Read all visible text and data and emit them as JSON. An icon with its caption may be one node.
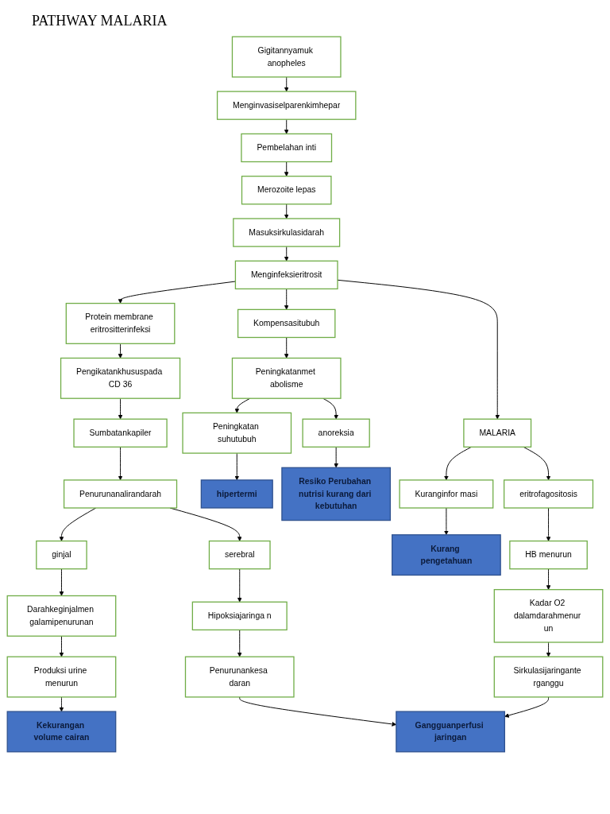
{
  "diagram": {
    "title": "PATHWAY MALARIA",
    "nodes": [
      {
        "text": [
          "Gigitannyamuk anopheles"
        ]
      },
      {
        "text": [
          "Menginvasiselparenkimhepar"
        ]
      },
      {
        "text": [
          "Pembelahan inti"
        ]
      },
      {
        "text": [
          "Merozoite lepas"
        ]
      },
      {
        "text": [
          "Masuksirkulasidarah"
        ]
      },
      {
        "text": [
          "Protein membrane eritrositterinfeksi"
        ]
      },
      {
        "text": [
          "Menginfeksieritrosit"
        ]
      },
      {
        "text": [
          "Kompensasitubuh"
        ]
      },
      {
        "text": [
          "Pengikatankhususpada CD 36"
        ]
      },
      {
        "text": [
          "MALARIA"
        ]
      },
      {
        "text": [
          "Kuranginfor masi"
        ]
      },
      {
        "text": [
          "Peningkatanmet abolisme"
        ]
      },
      {
        "text": [
          "Sumbatankapiler"
        ]
      },
      {
        "text": [
          "eritrofagositosis"
        ]
      },
      {
        "text": [
          "Kurang pengetahuan"
        ]
      },
      {
        "text": [
          "Penurunanalirandarah"
        ]
      },
      {
        "text": [
          "HB menurun"
        ]
      },
      {
        "text": [
          "ginjal"
        ]
      },
      {
        "text": [
          "serebral"
        ]
      },
      {
        "text": [
          "anoreksia"
        ]
      },
      {
        "text": [
          "Peningkatan suhutubuh"
        ]
      },
      {
        "text": [
          "Kadar O2 dalamdarahmenur un"
        ]
      },
      {
        "text": [
          "Resiko Perubahan nutrisi kurang dari kebutuhan"
        ]
      },
      {
        "text": [
          "Darahkeginjalmen galamipenurunan"
        ]
      },
      {
        "text": [
          "Hipoksiajaringa n"
        ]
      },
      {
        "text": [
          "Sirkulasijaringante rganggu"
        ]
      },
      {
        "text": [
          "hipertermi"
        ]
      },
      {
        "text": [
          "Penurunankesa daran"
        ]
      },
      {
        "text": [
          "Produksi urine menurun"
        ]
      },
      {
        "text": [
          "Kekurangan volume cairan"
        ]
      },
      {
        "text": [
          "Gangguanperfusi jaringan"
        ]
      }
    ],
    "edges": [
      {
        "from": 0,
        "to": 1,
        "arrow": "to"
      },
      {
        "from": 1,
        "to": 2,
        "arrow": "to"
      },
      {
        "from": 2,
        "to": 3,
        "arrow": "to"
      },
      {
        "from": 3,
        "to": 4,
        "arrow": "to"
      },
      {
        "from": 4,
        "to": 6,
        "arrow": "to"
      },
      {
        "from": 6,
        "to": 5,
        "arrow": "to"
      },
      {
        "from": 6,
        "to": 7,
        "arrow": "to"
      },
      {
        "from": 6,
        "to": 9,
        "arrow": "to"
      },
      {
        "from": 5,
        "to": 8,
        "arrow": "to"
      },
      {
        "from": 8,
        "to": 12,
        "arrow": "to"
      },
      {
        "from": 12,
        "to": 15,
        "arrow": "to"
      },
      {
        "from": 15,
        "to": 17,
        "arrow": "to"
      },
      {
        "from": 15,
        "to": 18,
        "arrow": "to"
      },
      {
        "from": 9,
        "to": 10,
        "arrow": "to"
      },
      {
        "from": 10,
        "to": 14,
        "arrow": "to"
      },
      {
        "from": 9,
        "to": 13,
        "arrow": "to"
      },
      {
        "from": 13,
        "to": 16,
        "arrow": "to"
      },
      {
        "from": 16,
        "to": 21,
        "arrow": "to"
      },
      {
        "from": 21,
        "to": 25,
        "arrow": "to"
      },
      {
        "from": 7,
        "to": 11,
        "arrow": "to"
      },
      {
        "from": 11,
        "to": 20,
        "arrow": "to"
      },
      {
        "from": 11,
        "to": 19,
        "arrow": "to"
      },
      {
        "from": 20,
        "to": 26,
        "arrow": "to"
      },
      {
        "from": 19,
        "to": 22,
        "arrow": "to"
      },
      {
        "from": 17,
        "to": 23,
        "arrow": "to"
      },
      {
        "from": 23,
        "to": 28,
        "arrow": "to"
      },
      {
        "from": 28,
        "to": 29,
        "arrow": "to"
      },
      {
        "from": 18,
        "to": 24,
        "arrow": "to"
      },
      {
        "from": 24,
        "to": 27,
        "arrow": "to"
      },
      {
        "from": 27,
        "to": 30,
        "arrow": "to"
      },
      {
        "from": 25,
        "to": 30,
        "arrow": "to"
      }
    ]
  }
}
